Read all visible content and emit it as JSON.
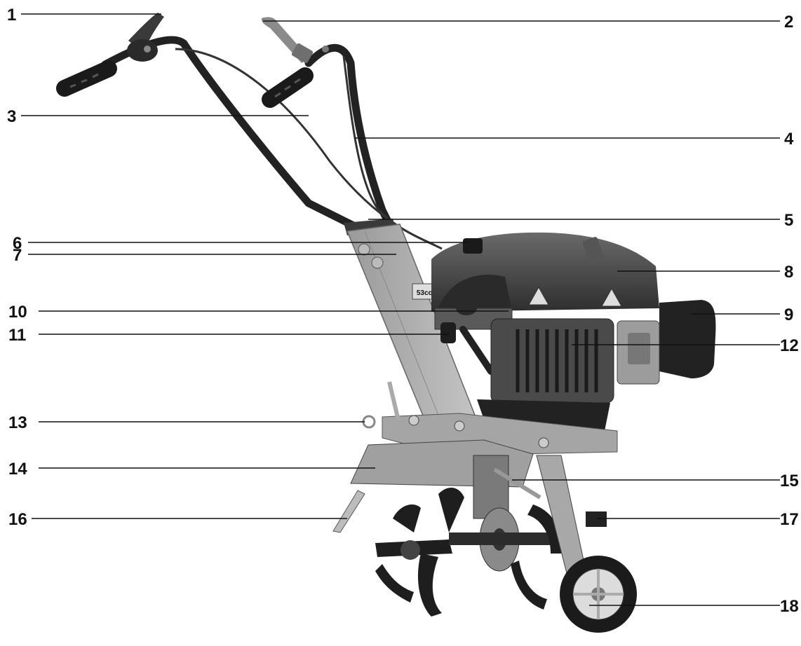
{
  "callouts": {
    "left": [
      "1",
      "3",
      "6",
      "7",
      "10",
      "11",
      "13",
      "14",
      "16"
    ],
    "right": [
      "2",
      "4",
      "5",
      "8",
      "9",
      "12",
      "15",
      "17",
      "18"
    ]
  },
  "image": {
    "subject": "tiller-photo",
    "engine_badge_text": "53cc"
  }
}
